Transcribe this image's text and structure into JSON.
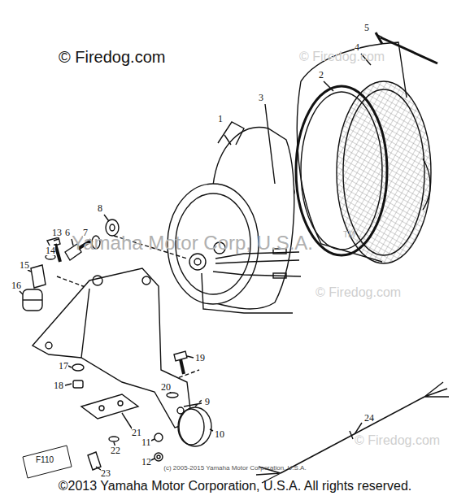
{
  "diagram": {
    "caption": "©2013 Yamaha Motor Corporation, U.S.A. All rights reserved.",
    "labels": [
      "© Firedog.com",
      "© Firedog.com",
      "© Firedog.com",
      "© Firedog.com",
      "Yamaha Motor Corp, U.S.A.",
      "TM",
      "1",
      "2",
      "3",
      "4",
      "5",
      "6",
      "7",
      "8",
      "9",
      "10",
      "11",
      "12",
      "13",
      "14",
      "15",
      "16",
      "17",
      "18",
      "19",
      "20",
      "21",
      "22",
      "23",
      "24",
      "F110",
      "(c) 2005-2015 Yamaha Motor Corporation, U.S.A."
    ]
  }
}
